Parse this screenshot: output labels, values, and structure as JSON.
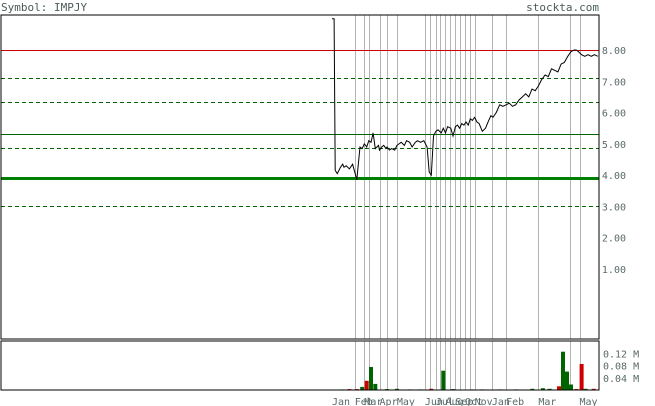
{
  "header": {
    "symbol_text": "Symbol: IMPJY",
    "brand_text": "stockta.com"
  },
  "colors": {
    "background": "#ffffff",
    "frame": "#000000",
    "price_line": "#000000",
    "resistance": "#cc0000",
    "support_strong": "#008000",
    "support_weak": "#006400",
    "dashed_level": "#006400",
    "volume_up": "#006400",
    "volume_down": "#cc0000",
    "vertical_grid": "#b4b4b4",
    "label_text": "#5a6a6a"
  },
  "chart_data": {
    "type": "line",
    "title": "",
    "price_axis": {
      "ylim": [
        0,
        9.0
      ],
      "tick_labels": [
        "8.00",
        "7.00",
        "6.00",
        "5.00",
        "4.00",
        "3.00",
        "2.00",
        "1.00"
      ],
      "tick_values": [
        8,
        7,
        6,
        5,
        4,
        3,
        2,
        1
      ]
    },
    "volume_axis": {
      "ylim": [
        0,
        0.16
      ],
      "tick_labels": [
        "0.12 M",
        "0.08 M",
        "0.04 M"
      ],
      "tick_values": [
        0.12,
        0.08,
        0.04
      ]
    },
    "x_range": [
      0,
      100
    ],
    "x_tick_labels": [
      {
        "label": "Jan",
        "x": 0
      },
      {
        "label": "Feb",
        "x": 8.5
      },
      {
        "label": "Mar",
        "x": 12.1
      },
      {
        "label": "Apr",
        "x": 17.8
      },
      {
        "label": "May",
        "x": 24.3
      },
      {
        "label": "Jun",
        "x": 34.8
      },
      {
        "label": "Jul",
        "x": 38.9
      },
      {
        "label": "Aug",
        "x": 42.5
      },
      {
        "label": "Sep",
        "x": 46.2
      },
      {
        "label": "Oct",
        "x": 49.8
      },
      {
        "label": "Nov",
        "x": 53.4
      },
      {
        "label": "Jan",
        "x": 59.9
      },
      {
        "label": "Feb",
        "x": 65.2
      },
      {
        "label": "Mar",
        "x": 77.3
      },
      {
        "label": "May",
        "x": 92.7
      }
    ],
    "vertical_gridlines_x": [
      8.5,
      12.1,
      14.0,
      17.8,
      20.6,
      24.3,
      34.8,
      36.8,
      38.9,
      40.4,
      42.5,
      44.3,
      46.2,
      48.0,
      49.8,
      51.6,
      53.4,
      59.9,
      65.2,
      77.3,
      89.1,
      92.7
    ],
    "price_series": {
      "x": [
        0,
        0.8,
        1.2,
        2.0,
        3.2,
        4.0,
        4.5,
        5.3,
        6.5,
        7.7,
        8.5,
        9.3,
        10.5,
        11.3,
        12.1,
        12.6,
        13.0,
        13.8,
        14.6,
        15.0,
        15.4,
        16.2,
        17.4,
        17.8,
        18.6,
        19.4,
        20.2,
        20.6,
        21.5,
        22.3,
        23.5,
        24.3,
        25.1,
        25.9,
        27.1,
        27.9,
        29.1,
        30.0,
        31.2,
        32.0,
        33.2,
        34.4,
        35.6,
        36.4,
        37.2,
        38.0,
        38.9,
        39.7,
        40.9,
        41.7,
        42.5,
        43.3,
        44.5,
        45.3,
        46.2,
        47.0,
        47.8,
        48.6,
        49.4,
        50.2,
        51.0,
        51.8,
        52.6,
        53.4,
        54.3,
        55.1,
        56.3,
        57.5,
        58.7,
        59.5,
        60.3,
        61.5,
        62.8,
        64.0,
        65.2,
        66.4,
        67.6,
        68.8,
        70.0,
        71.3,
        72.5,
        73.7,
        74.9,
        76.1,
        77.3,
        78.5,
        79.8,
        81.0,
        82.2,
        83.4,
        84.6,
        85.8,
        87.0,
        88.3,
        89.5,
        90.7,
        91.5,
        92.3,
        93.5,
        94.7,
        95.9,
        97.1,
        98.3,
        99.5
      ],
      "y": [
        9.0,
        9.0,
        4.15,
        4.05,
        4.25,
        4.35,
        4.25,
        4.3,
        4.2,
        4.35,
        4.1,
        3.85,
        4.9,
        4.85,
        5.0,
        4.95,
        4.9,
        5.1,
        5.05,
        5.2,
        5.35,
        4.85,
        4.95,
        4.8,
        4.9,
        4.95,
        4.85,
        4.9,
        4.8,
        4.85,
        4.8,
        4.95,
        5.0,
        5.05,
        4.95,
        5.1,
        5.05,
        4.9,
        5.05,
        5.1,
        5.05,
        5.1,
        4.9,
        4.1,
        4.0,
        5.25,
        5.4,
        5.45,
        5.35,
        5.5,
        5.35,
        5.55,
        5.5,
        5.25,
        5.55,
        5.6,
        5.5,
        5.65,
        5.6,
        5.7,
        5.6,
        5.8,
        5.75,
        5.85,
        5.7,
        5.65,
        5.4,
        5.5,
        5.75,
        5.9,
        5.85,
        6.0,
        6.25,
        6.2,
        6.25,
        6.3,
        6.2,
        6.25,
        6.4,
        6.5,
        6.6,
        6.5,
        6.75,
        6.7,
        6.85,
        7.05,
        7.2,
        7.15,
        7.4,
        7.35,
        7.3,
        7.55,
        7.6,
        7.8,
        7.95,
        8.0,
        8.0,
        7.95,
        7.85,
        7.8,
        7.85,
        7.8,
        7.85,
        7.8
      ]
    },
    "horizontal_levels": [
      {
        "value": 8.0,
        "style": "solid",
        "color": "#cc0000",
        "width": 1
      },
      {
        "value": 7.1,
        "style": "dashed",
        "color": "#006400",
        "width": 1
      },
      {
        "value": 6.35,
        "style": "dashed",
        "color": "#006400",
        "width": 1
      },
      {
        "value": 5.3,
        "style": "solid",
        "color": "#006400",
        "width": 1
      },
      {
        "value": 4.88,
        "style": "dashed",
        "color": "#006400",
        "width": 1
      },
      {
        "value": 3.9,
        "style": "solid",
        "color": "#008000",
        "width": 3
      },
      {
        "value": 3.0,
        "style": "dashed",
        "color": "#006400",
        "width": 1
      }
    ],
    "volume_series": [
      {
        "x": 4.0,
        "v": 0.002,
        "dir": "up"
      },
      {
        "x": 6.5,
        "v": 0.003,
        "dir": "down"
      },
      {
        "x": 9.3,
        "v": 0.003,
        "dir": "down"
      },
      {
        "x": 11.3,
        "v": 0.01,
        "dir": "up"
      },
      {
        "x": 13.0,
        "v": 0.03,
        "dir": "down"
      },
      {
        "x": 14.6,
        "v": 0.075,
        "dir": "up"
      },
      {
        "x": 16.2,
        "v": 0.02,
        "dir": "up"
      },
      {
        "x": 20.6,
        "v": 0.003,
        "dir": "up"
      },
      {
        "x": 24.3,
        "v": 0.004,
        "dir": "up"
      },
      {
        "x": 29.1,
        "v": 0.002,
        "dir": "down"
      },
      {
        "x": 33.2,
        "v": 0.002,
        "dir": "up"
      },
      {
        "x": 37.2,
        "v": 0.004,
        "dir": "down"
      },
      {
        "x": 41.7,
        "v": 0.063,
        "dir": "up"
      },
      {
        "x": 45.3,
        "v": 0.003,
        "dir": "up"
      },
      {
        "x": 52.6,
        "v": 0.002,
        "dir": "up"
      },
      {
        "x": 56.3,
        "v": 0.002,
        "dir": "down"
      },
      {
        "x": 62.8,
        "v": 0.002,
        "dir": "up"
      },
      {
        "x": 69.0,
        "v": 0.002,
        "dir": "down"
      },
      {
        "x": 75.0,
        "v": 0.004,
        "dir": "up"
      },
      {
        "x": 79.0,
        "v": 0.006,
        "dir": "up"
      },
      {
        "x": 81.5,
        "v": 0.004,
        "dir": "up"
      },
      {
        "x": 85.0,
        "v": 0.012,
        "dir": "down"
      },
      {
        "x": 86.5,
        "v": 0.125,
        "dir": "up"
      },
      {
        "x": 88.0,
        "v": 0.06,
        "dir": "up"
      },
      {
        "x": 89.5,
        "v": 0.018,
        "dir": "up"
      },
      {
        "x": 91.5,
        "v": 0.003,
        "dir": "down"
      },
      {
        "x": 93.5,
        "v": 0.085,
        "dir": "down"
      },
      {
        "x": 95.0,
        "v": 0.004,
        "dir": "up"
      },
      {
        "x": 98.0,
        "v": 0.004,
        "dir": "down"
      }
    ]
  }
}
